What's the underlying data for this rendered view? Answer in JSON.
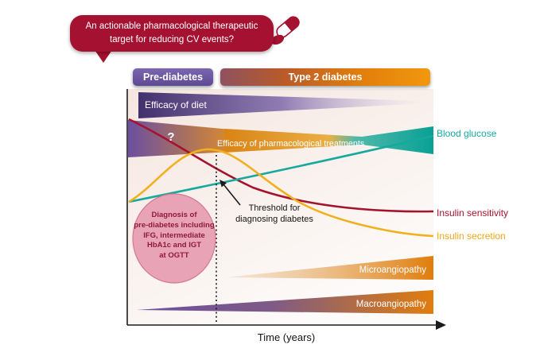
{
  "bubble": {
    "text": "An actionable pharmacological therapeutic\ntarget for reducing CV events?"
  },
  "headers": {
    "pre_diabetes": "Pre-diabetes",
    "type2_diabetes": "Type 2 diabetes"
  },
  "plot": {
    "wedges": {
      "diet": "Efficacy of diet",
      "unknown": "?",
      "pharma": "Efficacy of pharmacological treatments",
      "micro": "Microangiopathy",
      "macro": "Macroangiopathy"
    },
    "lines": {
      "blood_glucose": "Blood glucose",
      "insulin_sensitivity": "Insulin sensitivity",
      "insulin_secretion": "Insulin secretion"
    },
    "annotations": {
      "threshold": "Threshold for\ndiagnosing diabetes",
      "diagnosis": "Diagnosis of\npre-diabetes including\nIFG, intermediate\nHbA1c and IGT\nat OGTT"
    },
    "x_axis": "Time (years)"
  },
  "colors": {
    "crimson": "#a51130",
    "purple": "#67519d",
    "orange": "#e07d0c",
    "teal": "#16a99e",
    "yellow": "#f2b01e",
    "pink": "#e9a3b7"
  }
}
